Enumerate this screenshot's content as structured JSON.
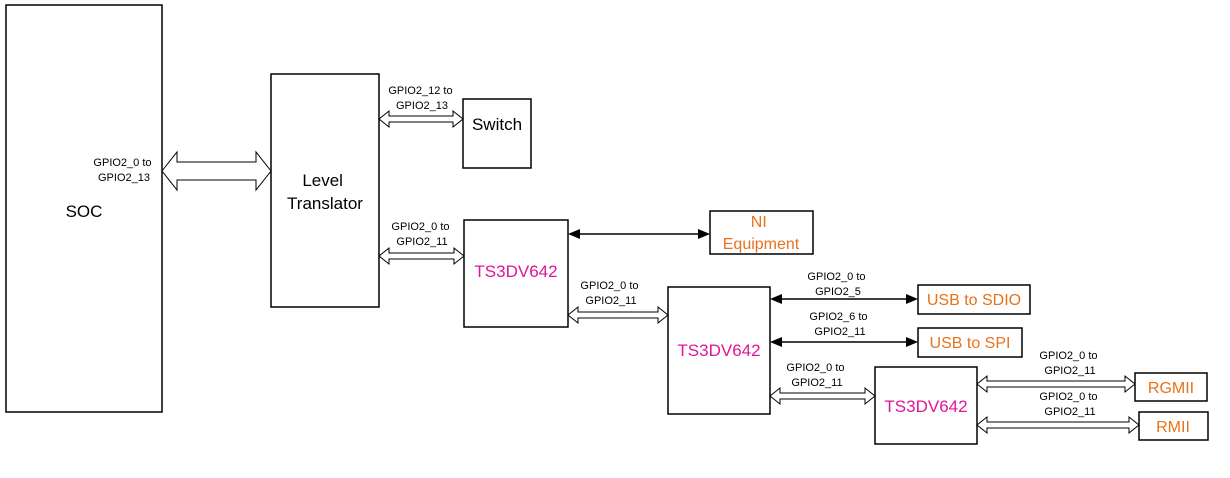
{
  "blocks": {
    "soc": "SOC",
    "level_translator": [
      "Level",
      "Translator"
    ],
    "switch": "Switch",
    "mux1": "TS3DV642",
    "mux2": "TS3DV642",
    "mux3": "TS3DV642"
  },
  "peripherals": {
    "ni_equipment": [
      "NI",
      "Equipment"
    ],
    "usb_to_sdio": "USB to SDIO",
    "usb_to_spi": "USB to SPI",
    "rgmii": "RGMII",
    "rmii": "RMII"
  },
  "signals": {
    "soc_to_lt": [
      "GPIO2_0 to",
      "GPIO2_13"
    ],
    "lt_to_switch": [
      "GPIO2_12 to",
      "GPIO2_13"
    ],
    "lt_to_mux1": [
      "GPIO2_0 to",
      "GPIO2_11"
    ],
    "mux1_to_mux2": [
      "GPIO2_0 to",
      "GPIO2_11"
    ],
    "mux2_to_sdio": [
      "GPIO2_0 to",
      "GPIO2_5"
    ],
    "mux2_to_spi": [
      "GPIO2_6 to",
      "GPIO2_11"
    ],
    "mux2_to_mux3": [
      "GPIO2_0 to",
      "GPIO2_11"
    ],
    "mux3_to_rgmii": [
      "GPIO2_0 to",
      "GPIO2_11"
    ],
    "mux3_to_rmii": [
      "GPIO2_0 to",
      "GPIO2_11"
    ]
  },
  "colors": {
    "mux_text": "#e0149a",
    "peripheral": "#e8711a"
  }
}
